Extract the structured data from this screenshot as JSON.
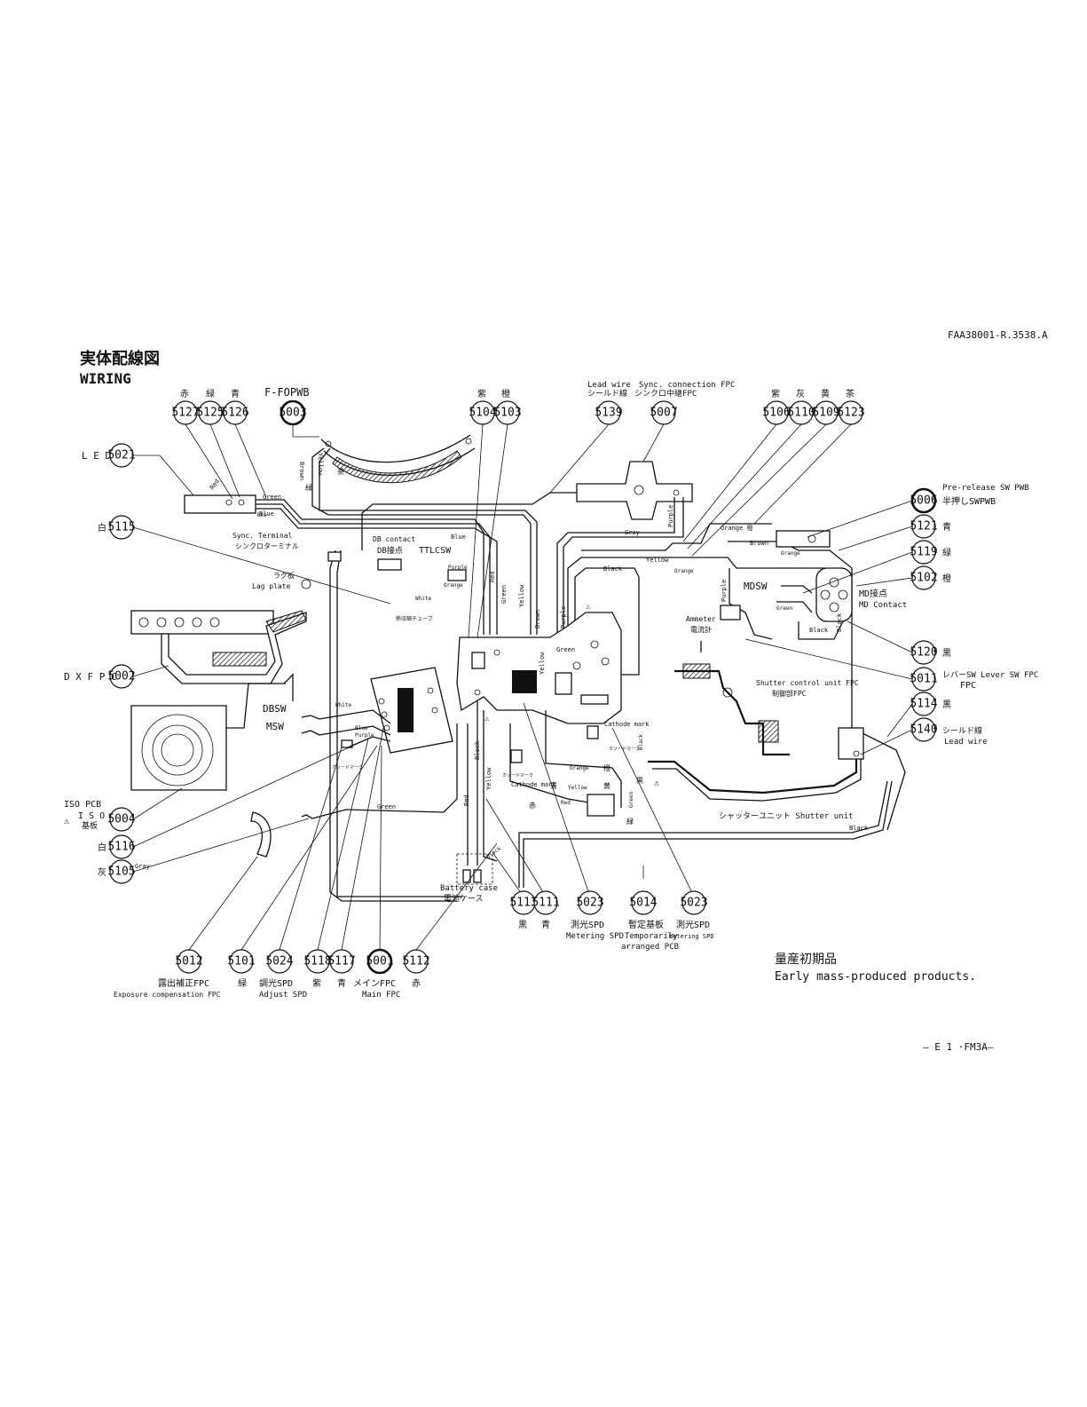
{
  "header": {
    "doc_number": "FAA38001-R.3538.A",
    "title_jp": "実体配線図",
    "title_en": "WIRING"
  },
  "footer": {
    "mass_jp": "量産初期品",
    "mass_en": "Early mass-produced products.",
    "page_no": "— E 1 ·FM3A—"
  },
  "top_labels": {
    "colors_5127_5126": [
      "赤",
      "緑",
      "青"
    ],
    "f_fopwb": "F-FOPWB",
    "colors_5104_5103": [
      "紫",
      "橙"
    ],
    "lead_wire": "Lead wire",
    "lead_wire_jp": "シールド線",
    "sync_fpc": "Sync. connection FPC",
    "sync_fpc_jp": "シンクロ中継FPC",
    "colors_5106_5123": [
      "紫",
      "灰",
      "黄",
      "茶"
    ]
  },
  "callouts": [
    {
      "id": "5127",
      "bold": false
    },
    {
      "id": "5125",
      "bold": false
    },
    {
      "id": "5126",
      "bold": false
    },
    {
      "id": "5003",
      "bold": true
    },
    {
      "id": "5104",
      "bold": false
    },
    {
      "id": "5103",
      "bold": false
    },
    {
      "id": "5139",
      "bold": false
    },
    {
      "id": "5007",
      "bold": false
    },
    {
      "id": "5106",
      "bold": false
    },
    {
      "id": "5110",
      "bold": false
    },
    {
      "id": "5109",
      "bold": false
    },
    {
      "id": "5123",
      "bold": false
    },
    {
      "id": "5021",
      "bold": false
    },
    {
      "id": "5115",
      "bold": false
    },
    {
      "id": "5002",
      "bold": false
    },
    {
      "id": "5004",
      "bold": false
    },
    {
      "id": "5116",
      "bold": false
    },
    {
      "id": "5105",
      "bold": false
    },
    {
      "id": "5006",
      "bold": true
    },
    {
      "id": "5121",
      "bold": false
    },
    {
      "id": "5119",
      "bold": false
    },
    {
      "id": "5102",
      "bold": false
    },
    {
      "id": "5120",
      "bold": false
    },
    {
      "id": "5011",
      "bold": false
    },
    {
      "id": "5114",
      "bold": false
    },
    {
      "id": "5140",
      "bold": false
    },
    {
      "id": "5113",
      "bold": false
    },
    {
      "id": "5111",
      "bold": false
    },
    {
      "id": "5023",
      "bold": false
    },
    {
      "id": "5014",
      "bold": false
    },
    {
      "id": "5023",
      "bold": false
    },
    {
      "id": "5012",
      "bold": false
    },
    {
      "id": "5101",
      "bold": false
    },
    {
      "id": "5024",
      "bold": false
    },
    {
      "id": "5118",
      "bold": false
    },
    {
      "id": "5117",
      "bold": false
    },
    {
      "id": "5001",
      "bold": true
    },
    {
      "id": "5112",
      "bold": false
    }
  ],
  "left_labels": {
    "led": "L E D",
    "white_5115": "白",
    "dxfpc": "D X F P C",
    "iso_pcb": "ISO PCB",
    "iso_jp_1": "I S O",
    "iso_jp_2": "基板",
    "warning": "⚠",
    "white_5116": "白",
    "gray_5105": "灰",
    "gray_en": "Gray"
  },
  "right_labels": {
    "prerelease": "Pre-release SW  PWB",
    "prerelease_jp": "半押しSWPWB",
    "c5121": "青",
    "c5119": "緑",
    "c5102": "橙",
    "c5120": "黒",
    "lever_jp": "レバーSW  Lever SW FPC",
    "lever_fpc": "FPC",
    "c5114": "黒",
    "shield_jp": "シールド線",
    "shield_en": "Lead wire"
  },
  "bottom_labels": {
    "c5113": "黒",
    "c5111": "青",
    "metering_jp": "測光SPD",
    "metering_en": "Metering SPD",
    "temp_jp": "暫定基板",
    "temp_en_1": "Temporarily",
    "temp_en_2": "arranged PCB",
    "metering_jp_2": "測光SPD",
    "metering_en_2": "Metering SPD",
    "expo_jp": "露出補正FPC",
    "expo_en": "Exposure compensation FPC",
    "c5101": "緑",
    "adjust_jp": "調光SPD",
    "adjust_en": "Adjust SPD",
    "c5118": "紫",
    "c5117": "青",
    "main_jp": "メインFPC",
    "main_en": "Main FPC",
    "c5112": "赤"
  },
  "diagram_labels": {
    "red": "Red",
    "green": "Green",
    "blue_short": "Blue",
    "bke": "Bke",
    "yellow": "Yellow",
    "brown": "Brown",
    "kanji_green": "緑",
    "kanji_brown": "茶",
    "sync_terminal": "Sync. Terminal",
    "sync_terminal_jp": "シンクロターミナル",
    "lag_jp": "ラグ板",
    "lag_en": "Lag plate",
    "db_contact": "DB contact",
    "db_jp": "DB接点",
    "ttlcsw": "TTLCSW",
    "blue": "Blue",
    "purple": "Purple",
    "orange": "Orange",
    "white": "White",
    "heat_shrink": "熱収縮チューブ",
    "gray": "Gray",
    "black": "Black",
    "orange_kanji": "Orange 橙",
    "mdsw": "MDSW",
    "md_jp": "MD接点",
    "md_en": "MD Contact",
    "ammeter": "Ammeter",
    "ammeter_jp": "電流計",
    "shutter_ctrl": "Shutter control unit FPC",
    "shutter_ctrl_jp": "制御部FPC",
    "dbsw": "DBSW",
    "msw": "MSW",
    "cathode_jp": "カソードマーク",
    "cathode_mark": "Cathode mark",
    "cathode_mark_2": "Cathode mark",
    "shutter_unit": "シャッターユニット  Shutter unit",
    "battery": "Battery case",
    "battery_jp": "電池ケース",
    "kanji_orange": "橙",
    "kanji_blue": "青",
    "kanji_yellow": "黄",
    "kanji_red": "赤",
    "kanji_green2": "緑",
    "kanji_black": "黒"
  }
}
